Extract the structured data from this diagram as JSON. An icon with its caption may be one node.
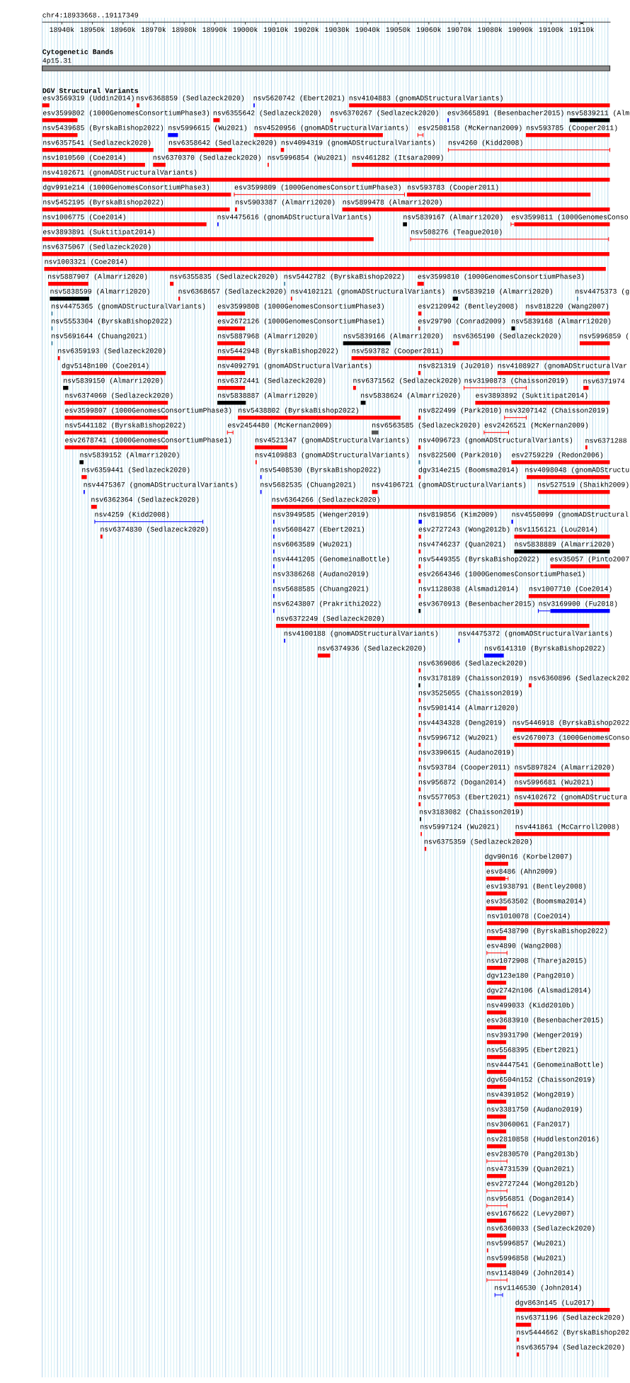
{
  "diagram": {
    "labels": [
      "chr4:18933668..19117349",
      "18940k",
      "18950k",
      "18960k",
      "18970k",
      "18980k",
      "18990k",
      "19000k",
      "19010k",
      "19020k",
      "19030k",
      "19040k",
      "19050k",
      "19060k",
      "19070k",
      "19080k",
      "19090k",
      "19100k",
      "19110k",
      "Cytogenetic Bands",
      "4p15.31",
      "DGV Structural Variants",
      "esv3569319 (Uddin2014)",
      "nsv6368859 (Sedlazeck2020)",
      "nsv5620742 (Ebert2021)",
      "nsv4104883 (gnomADStructuralVariants)",
      "esv3599802 (1000GenomesConsortiumPhase3)",
      "nsv6355642 (Sedlazeck2020)",
      "nsv6370267 (Sedlazeck2020)",
      "esv3665891 (Besenbacher2015)",
      "nsv5839211 (Alm",
      "nsv5439685 (ByrskaBishop2022)",
      "nsv5996615 (Wu2021)",
      "nsv4520956 (gnomADStructuralVariants)",
      "esv2508158 (McKernan2009)",
      "nsv593785 (Cooper2011)",
      "nsv6357541 (Sedlazeck2020)",
      "nsv6358642 (Sedlazeck2020)",
      "nsv4094319 (gnomADStructuralVariants)",
      "nsv4260 (Kidd2008)",
      "nsv1010560 (Coe2014)",
      "nsv6370370 (Sedlazeck2020)",
      "nsv5996854 (Wu2021)",
      "nsv461282 (Itsara2009)",
      "nsv4102671 (gnomADStructuralVariants)",
      "dgv991e214 (1000GenomesConsortiumPhase3)",
      "esv3599809 (1000GenomesConsortiumPhase3)",
      "nsv593783 (Cooper2011)",
      "nsv5452195 (ByrskaBishop2022)",
      "nsv5903387 (Almarri2020)",
      "nsv5899478 (Almarri2020)",
      "nsv1006775 (Coe2014)",
      "nsv4475616 (gnomADStructuralVariants)",
      "nsv5839167 (Almarri2020)",
      "esv3599811 (1000GenomesConso",
      "esv3893891 (Suktitipat2014)",
      "nsv508276 (Teague2010)",
      "nsv6375067 (Sedlazeck2020)",
      "nsv1003321 (Coe2014)",
      "nsv5887907 (Almarri2020)",
      "nsv6355835 (Sedlazeck2020)",
      "nsv5442782 (ByrskaBishop2022)",
      "esv3599810 (1000GenomesConsortiumPhase3)",
      "nsv5838599 (Almarri2020)",
      "nsv6368657 (Sedlazeck2020)",
      "nsv4102121 (gnomADStructuralVariants)",
      "nsv5839210 (Almarri2020)",
      "nsv4475373 (g",
      "nsv4475365 (gnomADStructuralVariants)",
      "esv3599808 (1000GenomesConsortiumPhase3)",
      "esv2120942 (Bentley2008)",
      "nsv818220 (Wang2007)",
      "nsv5553304 (ByrskaBishop2022)",
      "esv2672126 (1000GenomesConsortiumPhase1)",
      "esv29790 (Conrad2009)",
      "nsv5839168 (Almarri2020)",
      "nsv5691644 (Chuang2021)",
      "nsv5887968 (Almarri2020)",
      "nsv5839166 (Almarri2020)",
      "nsv6365190 (Sedlazeck2020)",
      "nsv5996859 (",
      "nsv6359193 (Sedlazeck2020)",
      "nsv5442948 (ByrskaBishop2022)",
      "nsv593782 (Cooper2011)",
      "dgv5148n100 (Coe2014)",
      "nsv4092791 (gnomADStructuralVariants)",
      "nsv821319 (Ju2010)",
      "nsv4108927 (gnomADStructuralVar",
      "nsv5839150 (Almarri2020)",
      "nsv6372441 (Sedlazeck2020)",
      "nsv6371562 (Sedlazeck2020)",
      "nsv3190873 (Chaisson2019)",
      "nsv6371974",
      "nsv6374060 (Sedlazeck2020)",
      "nsv5838887 (Almarri2020)",
      "nsv5838624 (Almarri2020)",
      "esv3893892 (Suktitipat2014)",
      "esv3599807 (1000GenomesConsortiumPhase3)",
      "nsv5438802 (ByrskaBishop2022)",
      "nsv822499 (Park2010)",
      "nsv3207142 (Chaisson2019)",
      "nsv5441182 (ByrskaBishop2022)",
      "esv2454480 (McKernan2009)",
      "nsv6563585 (Sedlazeck2020)",
      "esv2426521 (McKernan2009)",
      "esv2678741 (1000GenomesConsortiumPhase1)",
      "nsv4521347 (gnomADStructuralVariants)",
      "nsv4096723 (gnomADStructuralVariants)",
      "nsv6371288",
      "nsv5839152 (Almarri2020)",
      "nsv4109883 (gnomADStructuralVariants)",
      "nsv822500 (Park2010)",
      "esv2759229 (Redon2006)",
      "nsv6359441 (Sedlazeck2020)",
      "nsv5408530 (ByrskaBishop2022)",
      "dgv314e215 (Boomsma2014)",
      "nsv4098048 (gnomADStructu",
      "nsv4475367 (gnomADStructuralVariants)",
      "nsv5682535 (Chuang2021)",
      "nsv4106721 (gnomADStructuralVariants)",
      "nsv527519 (Shaikh2009)",
      "nsv6362364 (Sedlazeck2020)",
      "nsv6364266 (Sedlazeck2020)",
      "nsv4259 (Kidd2008)",
      "nsv3949585 (Wenger2019)",
      "nsv819856 (Kim2009)",
      "nsv4550099 (gnomADStructural",
      "nsv6374830 (Sedlazeck2020)",
      "nsv5608427 (Ebert2021)",
      "esv2727243 (Wong2012b)",
      "nsv1156121 (Lou2014)",
      "nsv6063589 (Wu2021)",
      "nsv4746237 (Quan2021)",
      "nsv5838889 (Almarri2020)",
      "nsv4441205 (GenomeinaBottle)",
      "nsv5449355 (ByrskaBishop2022)",
      "esv35057 (Pinto2007",
      "nsv3386268 (Audano2019)",
      "esv2664346 (1000GenomesConsortiumPhase1)",
      "nsv5688585 (Chuang2021)",
      "nsv1128038 (Alsmadi2014)",
      "nsv1007710 (Coe2014)",
      "nsv6243807 (Prakrithi2022)",
      "esv3670913 (Besenbacher2015)",
      "nsv3169900 (Fu2018)",
      "nsv6372249 (Sedlazeck2020)",
      "nsv4100188 (gnomADStructuralVariants)",
      "nsv4475372 (gnomADStructuralVariants)",
      "nsv6374936 (Sedlazeck2020)",
      "nsv6141310 (ByrskaBishop2022)",
      "nsv6369086 (Sedlazeck2020)",
      "nsv3178189 (Chaisson2019)",
      "nsv6360896 (Sedlazeck202",
      "nsv3525055 (Chaisson2019)",
      "nsv5901414 (Almarri2020)",
      "nsv4434328 (Deng2019)",
      "nsv5446918 (ByrskaBishop2022",
      "nsv5996712 (Wu2021)",
      "esv2670073 (1000GenomesConso",
      "nsv3390615 (Audano2019)",
      "nsv593784 (Cooper2011)",
      "nsv5897824 (Almarri2020)",
      "nsv956872 (Dogan2014)",
      "nsv5996681 (Wu2021)",
      "nsv5577053 (Ebert2021)",
      "nsv4102672 (gnomADStructura",
      "nsv3183082 (Chaisson2019)",
      "nsv5997124 (Wu2021)",
      "nsv441861 (McCarroll2008)",
      "nsv6375359 (Sedlazeck2020)",
      "dgv90n16 (Korbel2007)",
      "esv8486 (Ahn2009)",
      "esv1938791 (Bentley2008)",
      "esv3563502 (Boomsma2014)",
      "nsv1010078 (Coe2014)",
      "nsv5438790 (ByrskaBishop2022)",
      "esv4890 (Wang2008)",
      "nsv1072908 (Thareja2015)",
      "dgv123e180 (Pang2010)",
      "dgv2742n106 (Alsmadi2014)",
      "nsv499033 (Kidd2010b)",
      "esv3683910 (Besenbacher2015)",
      "nsv3931790 (Wenger2019)",
      "nsv5568395 (Ebert2021)",
      "nsv4447541 (GenomeinaBottle)",
      "dgv6504n152 (Chaisson2019)",
      "nsv4391052 (Wong2019)",
      "nsv3381750 (Audano2019)",
      "nsv3060061 (Fan2017)",
      "nsv2810858 (Huddleston2016)",
      "esv2830570 (Pang2013b)",
      "nsv4731539 (Quan2021)",
      "esv2727244 (Wong2012b)",
      "nsv956851 (Dogan2014)",
      "esv1676622 (Levy2007)",
      "nsv6360033 (Sedlazeck2020)",
      "nsv5996857 (Wu2021)",
      "nsv5996858 (Wu2021)",
      "nsv1148049 (John2014)",
      "nsv1146530 (John2014)",
      "dgv863n145 (Lu2017)",
      "nsv6371196 (Sedlazeck2020)",
      "nsv5444662 (ByrskaBishop202",
      "nsv6365794 (Sedlazeck2020)"
    ]
  }
}
